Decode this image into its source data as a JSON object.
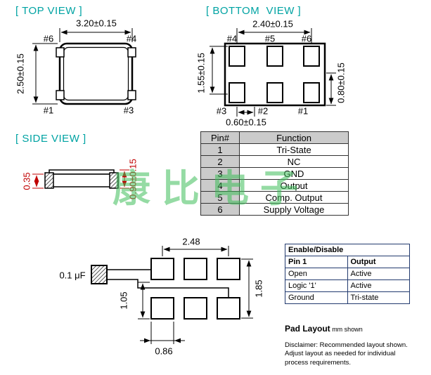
{
  "watermark": "康比电子",
  "top_view": {
    "title": "[ TOP VIEW ]",
    "dim_width": "3.20±0.15",
    "dim_height": "2.50±0.15",
    "pin_top_left": "#6",
    "pin_top_right": "#4",
    "pin_bottom_left": "#1",
    "pin_bottom_right": "#3"
  },
  "bottom_view": {
    "title": "[ BOTTOM  VIEW ]",
    "dim_width": "2.40±0.15",
    "dim_left": "1.55±0.15",
    "dim_right": "0.80±0.15",
    "dim_bottom": "0.60±0.15",
    "pin_top_left": "#4",
    "pin_top_mid": "#5",
    "pin_top_right": "#6",
    "pin_bottom_left": "#3",
    "pin_bottom_mid": "#2",
    "pin_bottom_right": "#1"
  },
  "side_view": {
    "title": "[ SIDE VIEW ]",
    "dim_left": "0.35",
    "dim_right": "0.90±0.15"
  },
  "pin_table": {
    "headers": [
      "Pin#",
      "Function"
    ],
    "rows": [
      [
        "1",
        "Tri-State"
      ],
      [
        "2",
        "NC"
      ],
      [
        "3",
        "GND"
      ],
      [
        "4",
        "Output"
      ],
      [
        "5",
        "Comp. Output"
      ],
      [
        "6",
        "Supply Voltage"
      ]
    ]
  },
  "pad_layout": {
    "cap_label": "0.1 μF",
    "dim_top": "2.48",
    "dim_right": "1.85",
    "dim_left": "1.05",
    "dim_bottom": "0.86"
  },
  "enable_table": {
    "title": "Enable/Disable",
    "headers": [
      "Pin 1",
      "Output"
    ],
    "rows": [
      [
        "Open",
        "Active"
      ],
      [
        "Logic '1'",
        "Active"
      ],
      [
        "Ground",
        "Tri-state"
      ]
    ]
  },
  "notes": {
    "pad_layout_label": "Pad Layout",
    "pad_layout_unit": " mm shown",
    "disclaimer": "Disclaimer: Recommended layout shown. Adjust layout as needed for individual process requirements."
  }
}
